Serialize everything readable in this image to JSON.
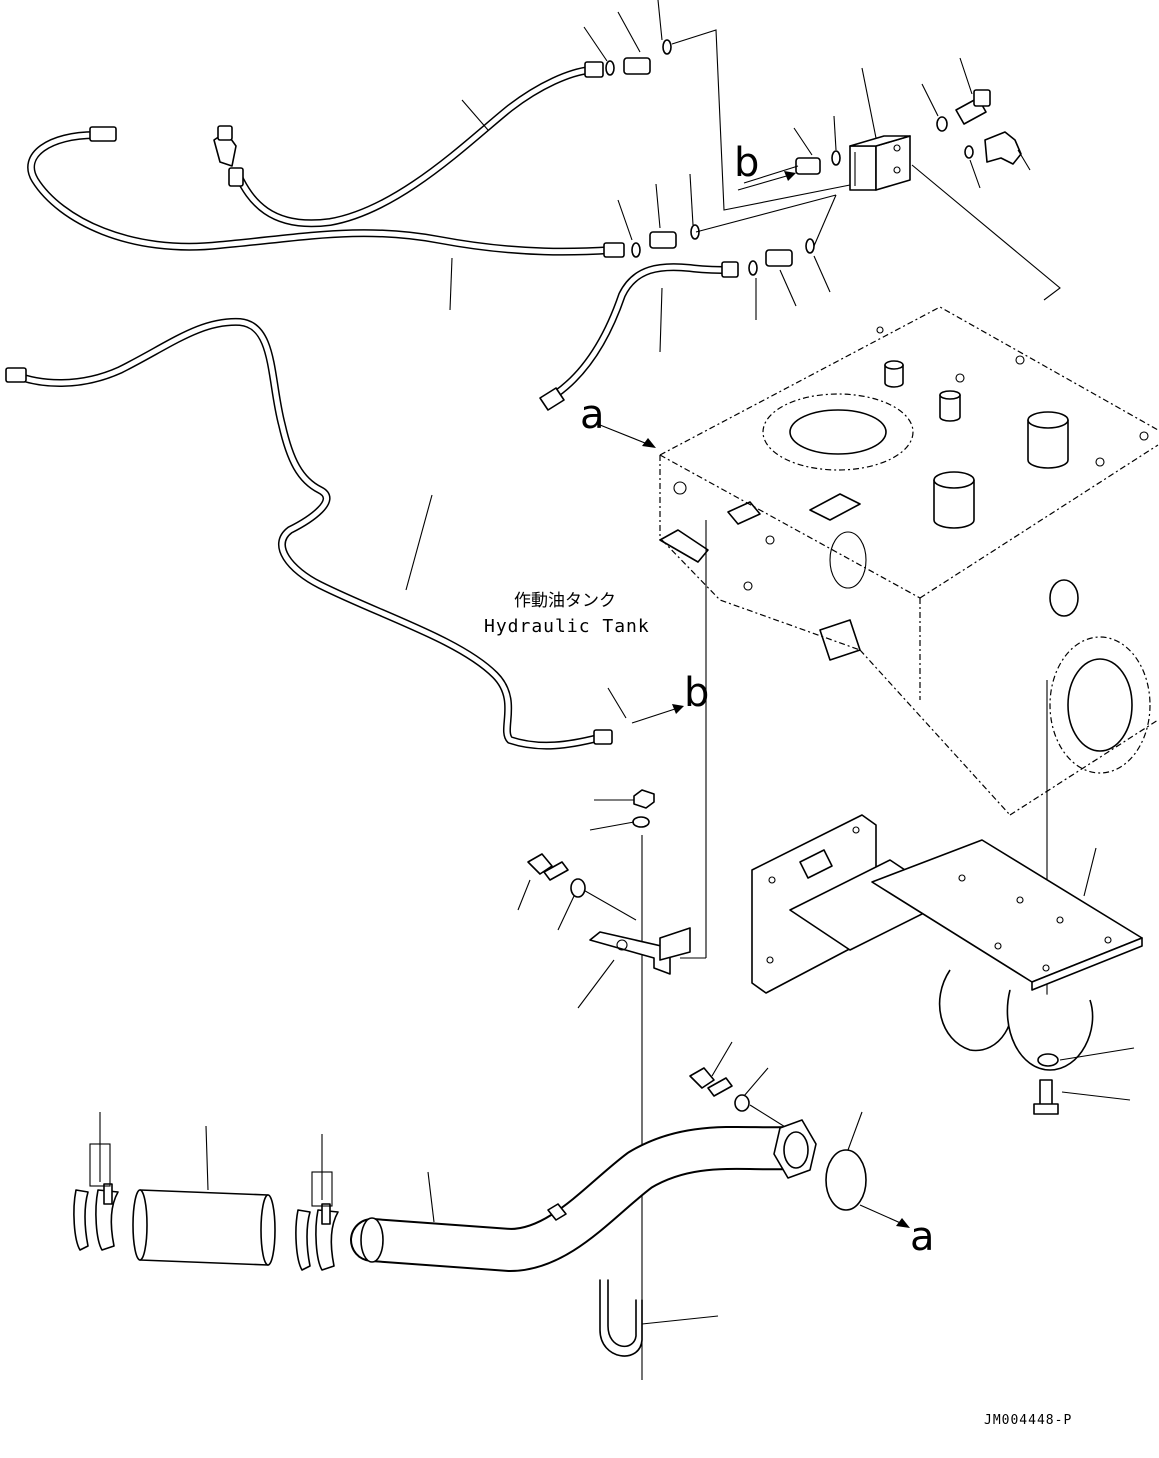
{
  "labels": {
    "tank_jp": "作動油タンク",
    "tank_en": "Hydraulic Tank",
    "ref_a_top": "a",
    "ref_a_bottom": "a",
    "ref_b_top": "b",
    "ref_b_left": "b",
    "drawing_code": "JM004448-P"
  }
}
